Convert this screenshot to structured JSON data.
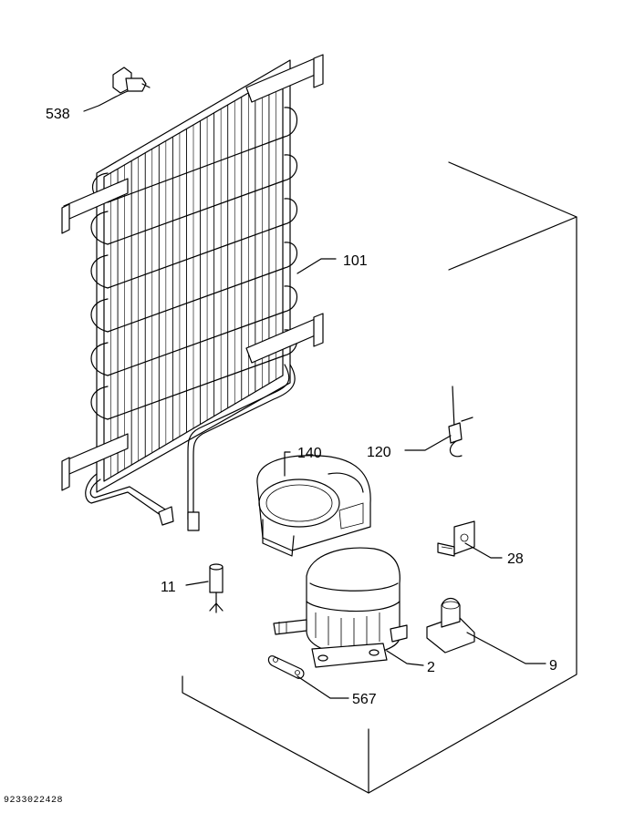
{
  "diagram": {
    "callouts": {
      "c538": "538",
      "c101": "101",
      "c140": "140",
      "c120": "120",
      "c11": "11",
      "c28": "28",
      "c2": "2",
      "c9": "9",
      "c567": "567"
    },
    "document_number": "9233022428"
  }
}
